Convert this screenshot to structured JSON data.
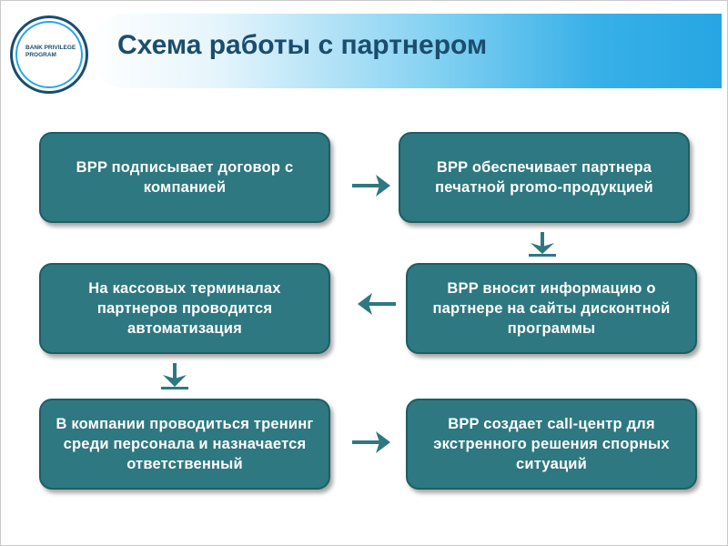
{
  "header": {
    "title": "Схема работы с партнером",
    "logo_text": "BANK PRIVILEGE PROGRAM"
  },
  "steps": [
    "BPP подписывает договор с компанией",
    "BPP обеспечивает партнера печатной promo-продукцией",
    "BPP вносит информацию о партнере на сайты дисконтной программы",
    "На кассовых терминалах партнеров проводится автоматизация",
    "В компании проводиться тренинг среди персонала и назначается ответственный",
    "BPP создает call-центр для экстренного решения спорных ситуаций"
  ],
  "colors": {
    "box_fill": "#2e7881",
    "box_border": "#1f5d64",
    "arrow": "#2e7881",
    "title": "#1b4d6d",
    "banner_accent": "#26a6e3"
  }
}
